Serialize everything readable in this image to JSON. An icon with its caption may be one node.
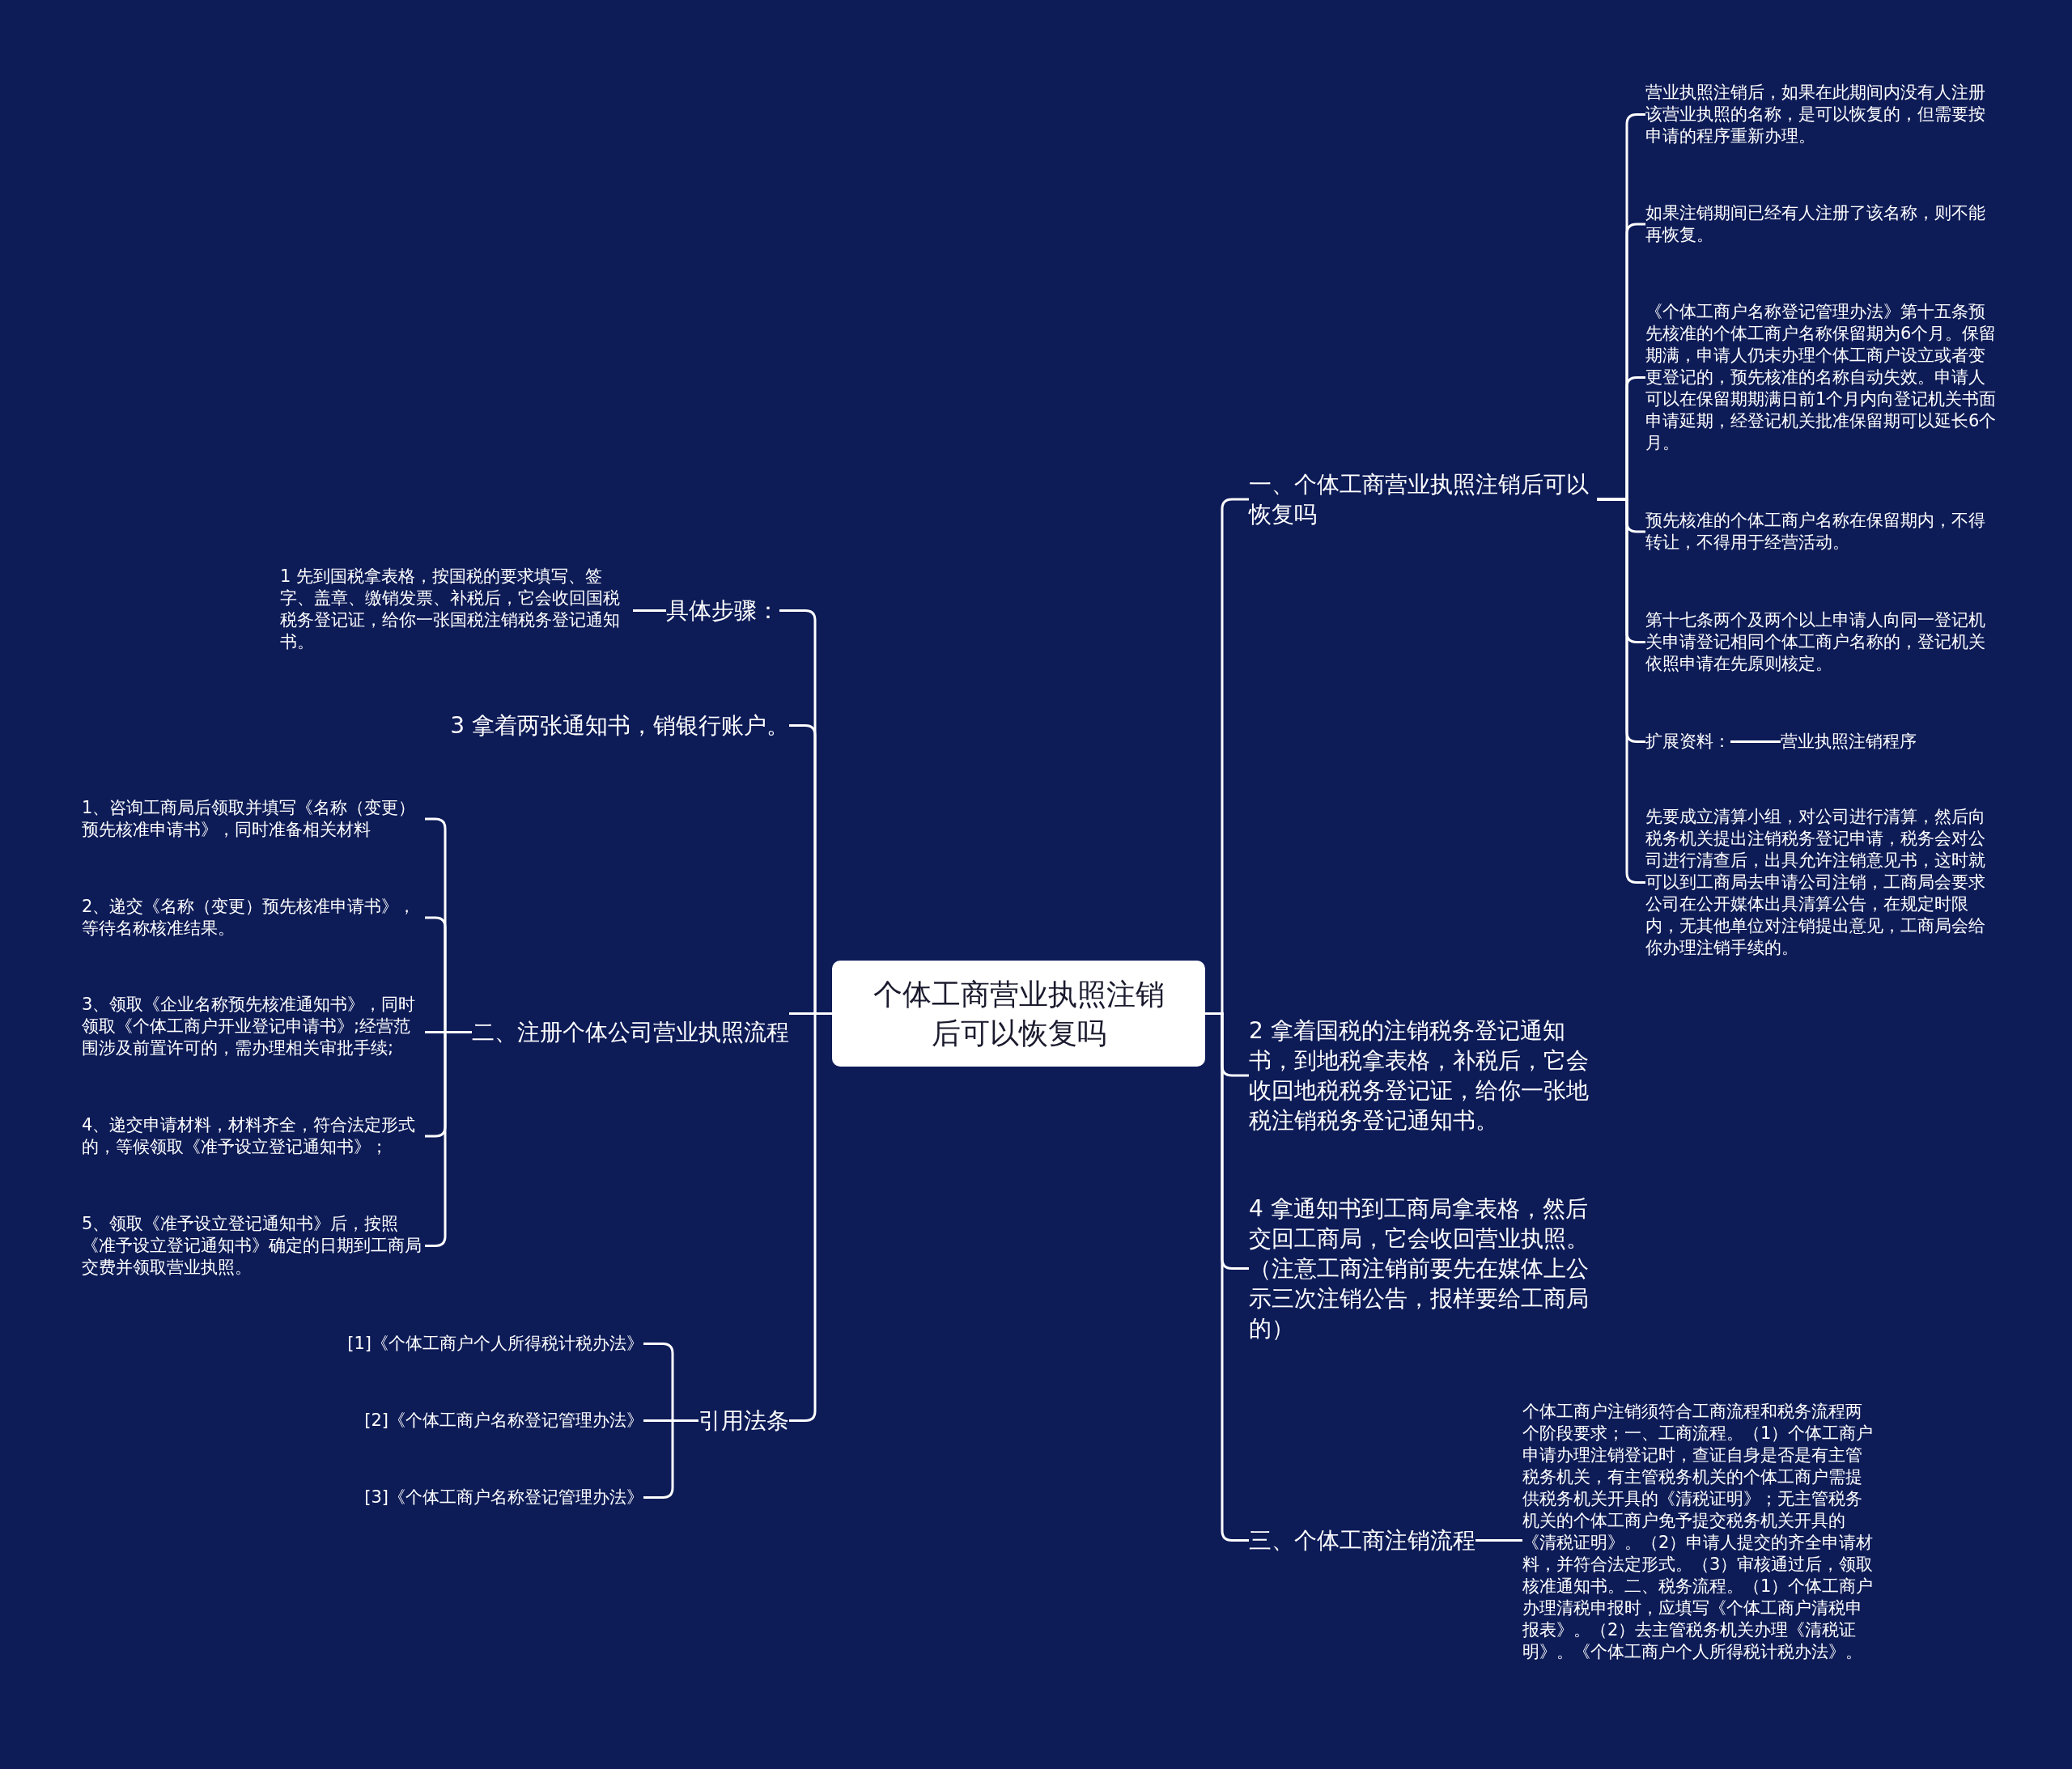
{
  "diagram": {
    "nodes": [
      {
        "text": [
          "个体工商营业执照注销后可以恢复吗"
        ]
      },
      {
        "text": [
          "一、个体工商营业执照注销后可以恢复吗"
        ]
      },
      {
        "text": [
          "2 拿着国税的注销税务登记通知书，到地税拿表格，补税后，它会收回地税税务登记证，给你一张地税注销税务登记通知书。"
        ]
      },
      {
        "text": [
          "4 拿通知书到工商局拿表格，然后交回工商局，它会收回营业执照。（注意工商注销前要先在媒体上公示三次注销公告，报样要给工商局的）"
        ]
      },
      {
        "text": [
          "三、个体工商注销流程"
        ]
      },
      {
        "text": [
          "营业执照注销后，如果在此期间内没有人注册该营业执照的名称，是可以恢复的，但需要按申请的程序重新办理。"
        ]
      },
      {
        "text": [
          "如果注销期间已经有人注册了该名称，则不能再恢复。"
        ]
      },
      {
        "text": [
          "《个体工商户名称登记管理办法》第十五条预先核准的个体工商户名称保留期为6个月。保留期满，申请人仍未办理个体工商户设立或者变更登记的，预先核准的名称自动失效。申请人可以在保留期期满日前1个月内向登记机关书面申请延期，经登记机关批准保留期可以延长6个月。"
        ]
      },
      {
        "text": [
          "预先核准的个体工商户名称在保留期内，不得转让，不得用于经营活动。"
        ]
      },
      {
        "text": [
          "第十七条两个及两个以上申请人向同一登记机关申请登记相同个体工商户名称的，登记机关依照申请在先原则核定。"
        ]
      },
      {
        "text": [
          "扩展资料："
        ]
      },
      {
        "text": [
          "营业执照注销程序"
        ]
      },
      {
        "text": [
          "先要成立清算小组，对公司进行清算，然后向税务机关提出注销税务登记申请，税务会对公司进行清查后，出具允许注销意见书，这时就可以到工商局去申请公司注销，工商局会要求公司在公开媒体出具清算公告，在规定时限内，无其他单位对注销提出意见，工商局会给你办理注销手续的。"
        ]
      },
      {
        "text": [
          "个体工商户注销须符合工商流程和税务流程两个阶段要求；一、工商流程。（1）个体工商户申请办理注销登记时，查证自身是否是有主管税务机关，有主管税务机关的个体工商户需提供税务机关开具的《清税证明》；无主管税务机关的个体工商户免予提交税务机关开具的《清税证明》。（2）申请人提交的齐全申请材料，并符合法定形式。（3）审核通过后，领取核准通知书。二、税务流程。（1）个体工商户办理清税申报时，应填写《个体工商户清税申报表》。（2）去主管税务机关办理《清税证明》。《个体工商户个人所得税计税办法》。"
        ]
      },
      {
        "text": [
          "具体步骤："
        ]
      },
      {
        "text": [
          "1 先到国税拿表格，按国税的要求填写、签字、盖章、缴销发票、补税后，它会收回国税税务登记证，给你一张国税注销税务登记通知书。"
        ]
      },
      {
        "text": [
          "3 拿着两张通知书，销银行账户。"
        ]
      },
      {
        "text": [
          "二、注册个体公司营业执照流程"
        ]
      },
      {
        "text": [
          "1、咨询工商局后领取并填写《名称（变更）预先核准申请书》，同时准备相关材料"
        ]
      },
      {
        "text": [
          "2、递交《名称（变更）预先核准申请书》，等待名称核准结果。"
        ]
      },
      {
        "text": [
          "3、领取《企业名称预先核准通知书》，同时领取《个体工商户开业登记申请书》;经营范围涉及前置许可的，需办理相关审批手续;"
        ]
      },
      {
        "text": [
          "4、递交申请材料，材料齐全，符合法定形式的，等候领取《准予设立登记通知书》；"
        ]
      },
      {
        "text": [
          "5、领取《准予设立登记通知书》后，按照《准予设立登记通知书》确定的日期到工商局交费并领取营业执照。"
        ]
      },
      {
        "text": [
          "引用法条"
        ]
      },
      {
        "text": [
          "[1]《个体工商户个人所得税计税办法》"
        ]
      },
      {
        "text": [
          "[2]《个体工商户名称登记管理办法》"
        ]
      },
      {
        "text": [
          "[3]《个体工商户名称登记管理办法》"
        ]
      }
    ],
    "edges": [
      {
        "from": 0,
        "to": 1,
        "arrow": "none"
      },
      {
        "from": 0,
        "to": 2,
        "arrow": "none"
      },
      {
        "from": 0,
        "to": 3,
        "arrow": "none"
      },
      {
        "from": 0,
        "to": 4,
        "arrow": "none"
      },
      {
        "from": 1,
        "to": 5,
        "arrow": "none"
      },
      {
        "from": 1,
        "to": 6,
        "arrow": "none"
      },
      {
        "from": 1,
        "to": 7,
        "arrow": "none"
      },
      {
        "from": 1,
        "to": 8,
        "arrow": "none"
      },
      {
        "from": 1,
        "to": 9,
        "arrow": "none"
      },
      {
        "from": 1,
        "to": 10,
        "arrow": "none"
      },
      {
        "from": 10,
        "to": 11,
        "arrow": "none"
      },
      {
        "from": 1,
        "to": 12,
        "arrow": "none"
      },
      {
        "from": 4,
        "to": 13,
        "arrow": "none"
      },
      {
        "from": 0,
        "to": 14,
        "arrow": "none"
      },
      {
        "from": 14,
        "to": 15,
        "arrow": "none"
      },
      {
        "from": 0,
        "to": 16,
        "arrow": "none"
      },
      {
        "from": 0,
        "to": 17,
        "arrow": "none"
      },
      {
        "from": 17,
        "to": 18,
        "arrow": "none"
      },
      {
        "from": 17,
        "to": 19,
        "arrow": "none"
      },
      {
        "from": 17,
        "to": 20,
        "arrow": "none"
      },
      {
        "from": 17,
        "to": 21,
        "arrow": "none"
      },
      {
        "from": 17,
        "to": 22,
        "arrow": "none"
      },
      {
        "from": 0,
        "to": 23,
        "arrow": "none"
      },
      {
        "from": 23,
        "to": 24,
        "arrow": "none"
      },
      {
        "from": 23,
        "to": 25,
        "arrow": "none"
      },
      {
        "from": 23,
        "to": 26,
        "arrow": "none"
      }
    ]
  }
}
